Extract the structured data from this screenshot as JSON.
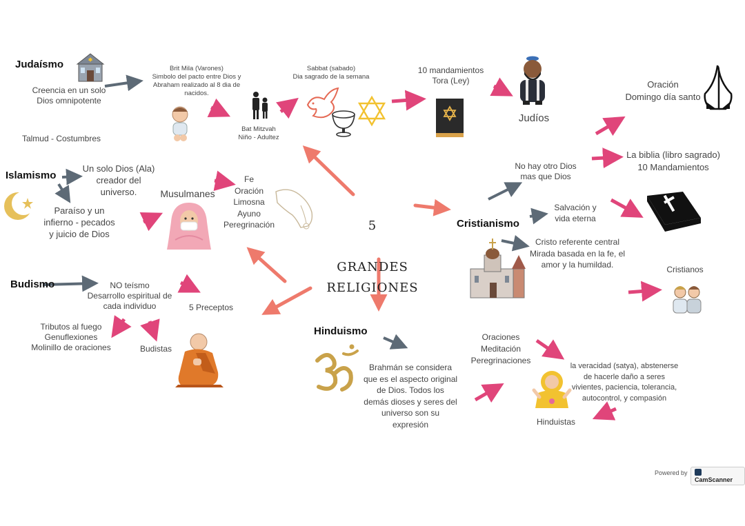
{
  "center": {
    "line1": "5",
    "line2": "GRANDES\nRELIGIONES"
  },
  "judaismo": {
    "heading": "Judaísmo",
    "creencia": "Creencia en un solo\nDios omnipotente",
    "brit": "Brit Mila (Varones)\nSimbolo del pacto entre Dios y\nAbraham  realizado al 8 dia de\nnacidos.",
    "sabbat": "Sabbat (sabado)\nDia sagrado de la semana",
    "mandamientos": "10 mandamientos\nTora (Ley)",
    "judios": "Judíos",
    "bat": "Bat Mitzvah\nNiño - Adultez",
    "talmud": "Talmud - Costumbres"
  },
  "islamismo": {
    "heading": "Islamismo",
    "unsolo": "Un solo Dios (Ala)\ncreador del\nuniverso.",
    "paraiso": "Paraíso y un\ninfierno - pecados\ny juicio de Dios",
    "musulmanes": "Musulmanes",
    "pilares": "Fe\nOración\nLimosna\nAyuno\nPeregrinación"
  },
  "budismo": {
    "heading": "Budismo",
    "noteismo": "NO teísmo\nDesarrollo espiritual de\ncada individuo",
    "preceptos": "5 Preceptos",
    "tributos": "Tributos al fuego\nGenuflexiones\nMolinillo de oraciones",
    "budistas": "Budistas"
  },
  "hinduismo": {
    "heading": "Hinduismo",
    "brahman": "Brahmán se considera\nque es el aspecto original\nde Dios. Todos los\ndemás dioses y seres del\nuniverso son su\nexpresión",
    "oraciones": "Oraciones\nMeditación\nPeregrinaciones",
    "veracidad": "la veracidad (satya), abstenerse\nde hacerle daño a seres\nvivientes, paciencia, tolerancia,\nautocontrol, y compasión",
    "hinduistas": "Hinduistas"
  },
  "cristianismo": {
    "heading": "Cristianismo",
    "oracion": "Oración\nDomingo día santo",
    "biblia": "La biblia (libro sagrado)\n10 Mandamientos",
    "nohay": "No hay otro Dios\nmas que Dios",
    "salvacion": "Salvación y\nvida eterna",
    "cristo": "Cristo referente central\nMirada basada en la fe, el\namor y la humildad.",
    "cristianos": "Cristianos"
  },
  "footer": {
    "powered": "Powered by",
    "brand": "CamScanner"
  },
  "colors": {
    "pink": "#e0457a",
    "salmon": "#ee7a6c",
    "gray": "#5d6a76"
  }
}
